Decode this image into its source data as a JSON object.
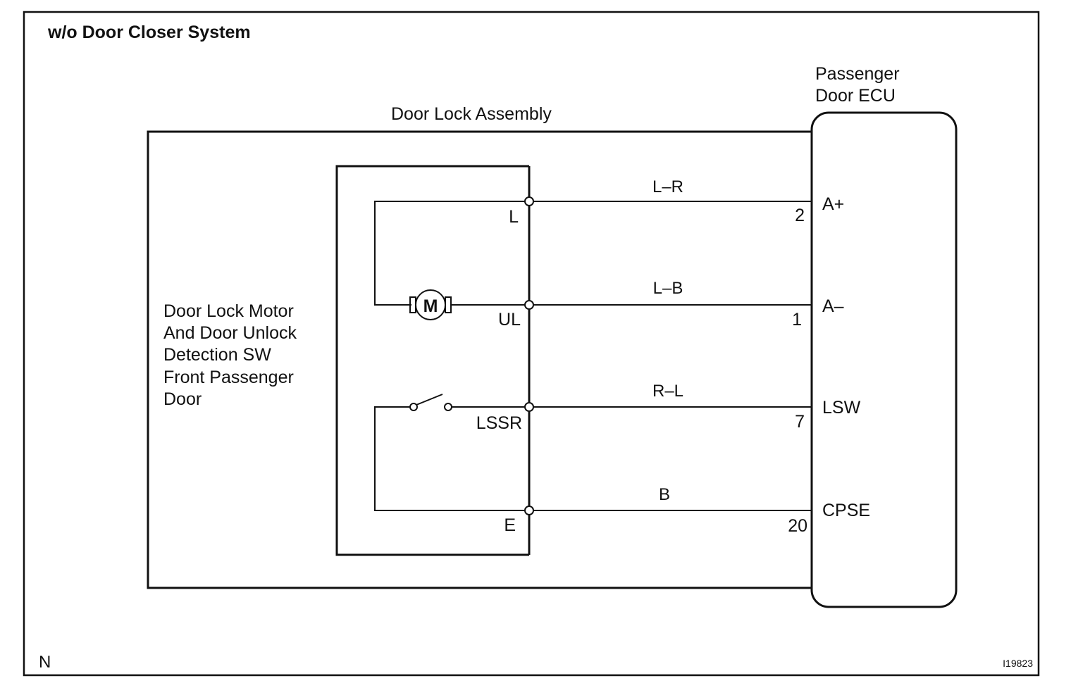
{
  "title": "w/o Door Closer System",
  "assembly_label": "Door Lock Assembly",
  "ecu_label": [
    "Passenger",
    "Door ECU"
  ],
  "component_label": [
    "Door Lock Motor",
    "And Door Unlock",
    "Detection SW",
    "Front Passenger",
    "Door"
  ],
  "motor_symbol": "M",
  "circuits": [
    {
      "terminal": "L",
      "wire_color": "L–R",
      "pin": "2",
      "ecu_terminal": "A+"
    },
    {
      "terminal": "UL",
      "wire_color": "L–B",
      "pin": "1",
      "ecu_terminal": "A–"
    },
    {
      "terminal": "LSSR",
      "wire_color": "R–L",
      "pin": "7",
      "ecu_terminal": "LSW"
    },
    {
      "terminal": "E",
      "wire_color": "B",
      "pin": "20",
      "ecu_terminal": "CPSE"
    }
  ],
  "corner_left": "N",
  "corner_right": "I19823"
}
